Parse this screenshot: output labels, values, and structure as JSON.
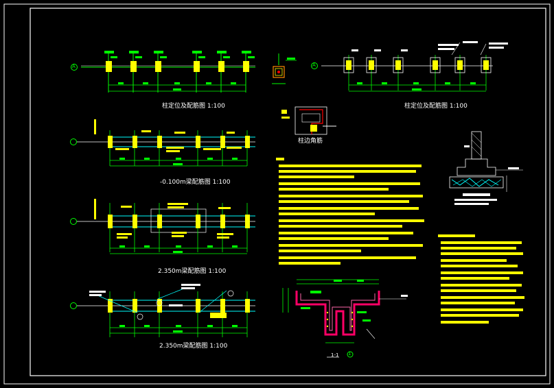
{
  "colors": {
    "background": "#000000",
    "frame": "#ffffff",
    "axis": "#00ff00",
    "dimension": "#00ff00",
    "beam": "#00ffff",
    "column": "#ffff00",
    "text": "#ffffff",
    "note_text": "#ffff00",
    "section_red": "#ff0066",
    "section_green": "#00ff00",
    "hatch": "#00ffff"
  },
  "drawings": {
    "column_layout_left": {
      "title": "柱定位及配筋图",
      "scale": "1:100"
    },
    "column_layout_right": {
      "title": "柱定位及配筋图",
      "scale": "1:100"
    },
    "beam_level_1": {
      "title": "-0.100m梁配筋图",
      "scale": "1:100"
    },
    "beam_level_2": {
      "title": "2.350m梁配筋图",
      "scale": "1:100"
    },
    "beam_level_3": {
      "title": "2.350m梁配筋图",
      "scale": "1:100"
    },
    "column_detail": {
      "title": "柱边角筋"
    },
    "section": {
      "title": "1-1"
    }
  },
  "axis_markers": {
    "left": "A",
    "right": "A",
    "section": "1"
  }
}
